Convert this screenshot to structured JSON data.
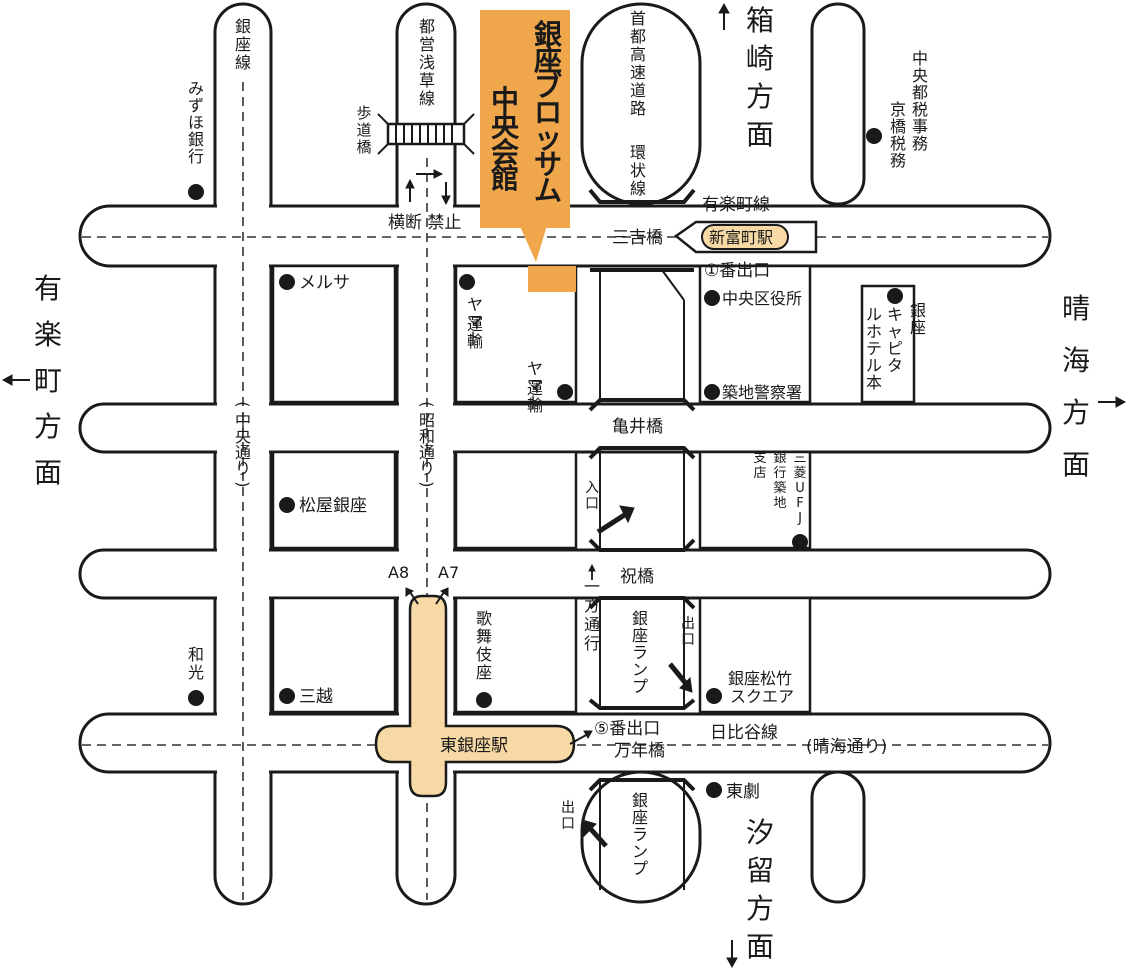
{
  "venue": {
    "name_line1": "銀座ブロッサム",
    "name_line2": "中央会館",
    "color": "#f0a64a"
  },
  "station_fill": "#f6d9a4",
  "directions": {
    "hakozaki": "箱崎方面",
    "yurakucho": "有楽町方面",
    "harumi": "晴海方面",
    "shiodome": "汐留方面"
  },
  "rail_lines": {
    "ginza": "銀座線",
    "asakusa": "都営浅草線",
    "yurakucho": "有楽町線",
    "hibiya": "日比谷線"
  },
  "roads": {
    "shuto": "首都高速道路　環状線",
    "chuo": "(中央通り)",
    "showa": "(昭和通り)",
    "harumi": "(晴海通り)",
    "ippo": "一方通行"
  },
  "bridges": {
    "sankichi": "三吉橋",
    "kamei": "亀井橋",
    "iwai": "祝橋",
    "mannen": "万年橋",
    "pedestrian": "歩道橋"
  },
  "stations": {
    "shintomicho": "新富町駅",
    "higashiginza": "東銀座駅",
    "exit1": "①番出口",
    "exit5": "⑤番出口",
    "a8": "A8",
    "a7": "A7"
  },
  "notes": {
    "no_crossing": "横断 禁止",
    "entrance": "入口",
    "exit": "出口"
  },
  "landmarks": {
    "mizuho": "みずほ銀行",
    "tax_office": "中央都税事務所　京橋税務署",
    "melsa": "メルサ",
    "yamato1": "ヤマト運輸",
    "yamato2": "ヤマト運輸",
    "ward_office": "中央区役所",
    "police": "築地警察署",
    "capital_hotel": "銀座キャピタルホテル本館",
    "matsuya": "松屋銀座",
    "mufg": "三菱UFJ銀行築地支店",
    "wako": "和光",
    "mitsukoshi": "三越",
    "kabukiza": "歌舞伎座",
    "lamp1": "銀座ランプ",
    "lamp2": "銀座ランプ",
    "matsutake": "銀座松竹スクエア",
    "togeki": "東劇"
  }
}
